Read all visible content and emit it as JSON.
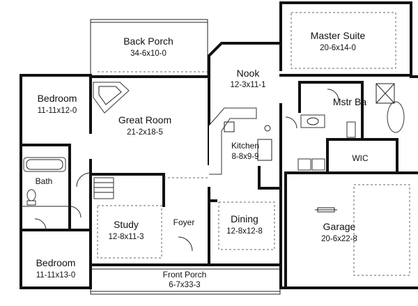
{
  "rooms": {
    "back_porch": {
      "name": "Back Porch",
      "dims": "34-6x10-0"
    },
    "master_suite": {
      "name": "Master Suite",
      "dims": "20-6x14-0"
    },
    "nook": {
      "name": "Nook",
      "dims": "12-3x11-1"
    },
    "bedroom_top": {
      "name": "Bedroom",
      "dims": "11-11x12-0"
    },
    "great_room": {
      "name": "Great Room",
      "dims": "21-2x18-5"
    },
    "mstr_bath": {
      "name": "Mstr Ba"
    },
    "kitchen": {
      "name": "Kitchen",
      "dims": "8-8x9-9"
    },
    "wic": {
      "name": "WIC"
    },
    "bath": {
      "name": "Bath"
    },
    "study": {
      "name": "Study",
      "dims": "12-8x11-3"
    },
    "foyer": {
      "name": "Foyer"
    },
    "dining": {
      "name": "Dining",
      "dims": "12-8x12-8"
    },
    "garage": {
      "name": "Garage",
      "dims": "20-6x22-8"
    },
    "bedroom_bottom": {
      "name": "Bedroom",
      "dims": "11-11x13-0"
    },
    "front_porch": {
      "name": "Front Porch",
      "dims": "6-7x33-3"
    }
  }
}
